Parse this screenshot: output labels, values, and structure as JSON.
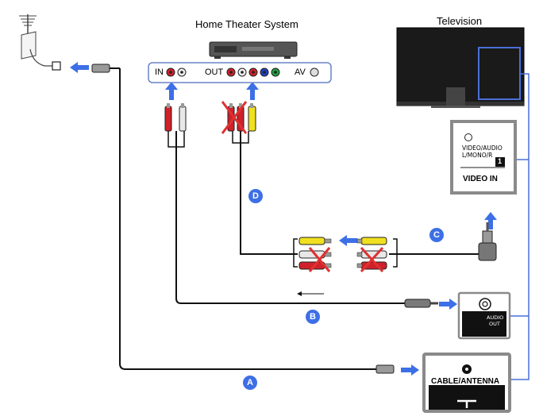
{
  "devices": {
    "home_theater_title": "Home Theater System",
    "television_title": "Television"
  },
  "home_theater_ports": {
    "in_label": "IN",
    "out_label": "OUT",
    "av_label": "AV"
  },
  "tv_panels": {
    "video_audio_line1": "VIDEO/AUDIO",
    "video_audio_line2": "L/MONO/R",
    "video_in_label": "VIDEO IN",
    "video_in_number": "1",
    "audio_out_line1": "AUDIO",
    "audio_out_line2": "OUT",
    "cable_antenna_label": "CABLE/ANTENNA"
  },
  "connections": [
    {
      "id": "A",
      "label": "A"
    },
    {
      "id": "B",
      "label": "B"
    },
    {
      "id": "C",
      "label": "C"
    },
    {
      "id": "D",
      "label": "D"
    }
  ],
  "colors": {
    "arrow_blue": "#3d6fe6",
    "badge_blue": "#3d6fe6",
    "panel_border": "#8a8a8a",
    "link_line_blue": "#4a6fd8",
    "rca_red": "#d0202a",
    "rca_white": "#e8e8e8",
    "rca_yellow": "#f0e020",
    "cross_red": "#e03030"
  }
}
